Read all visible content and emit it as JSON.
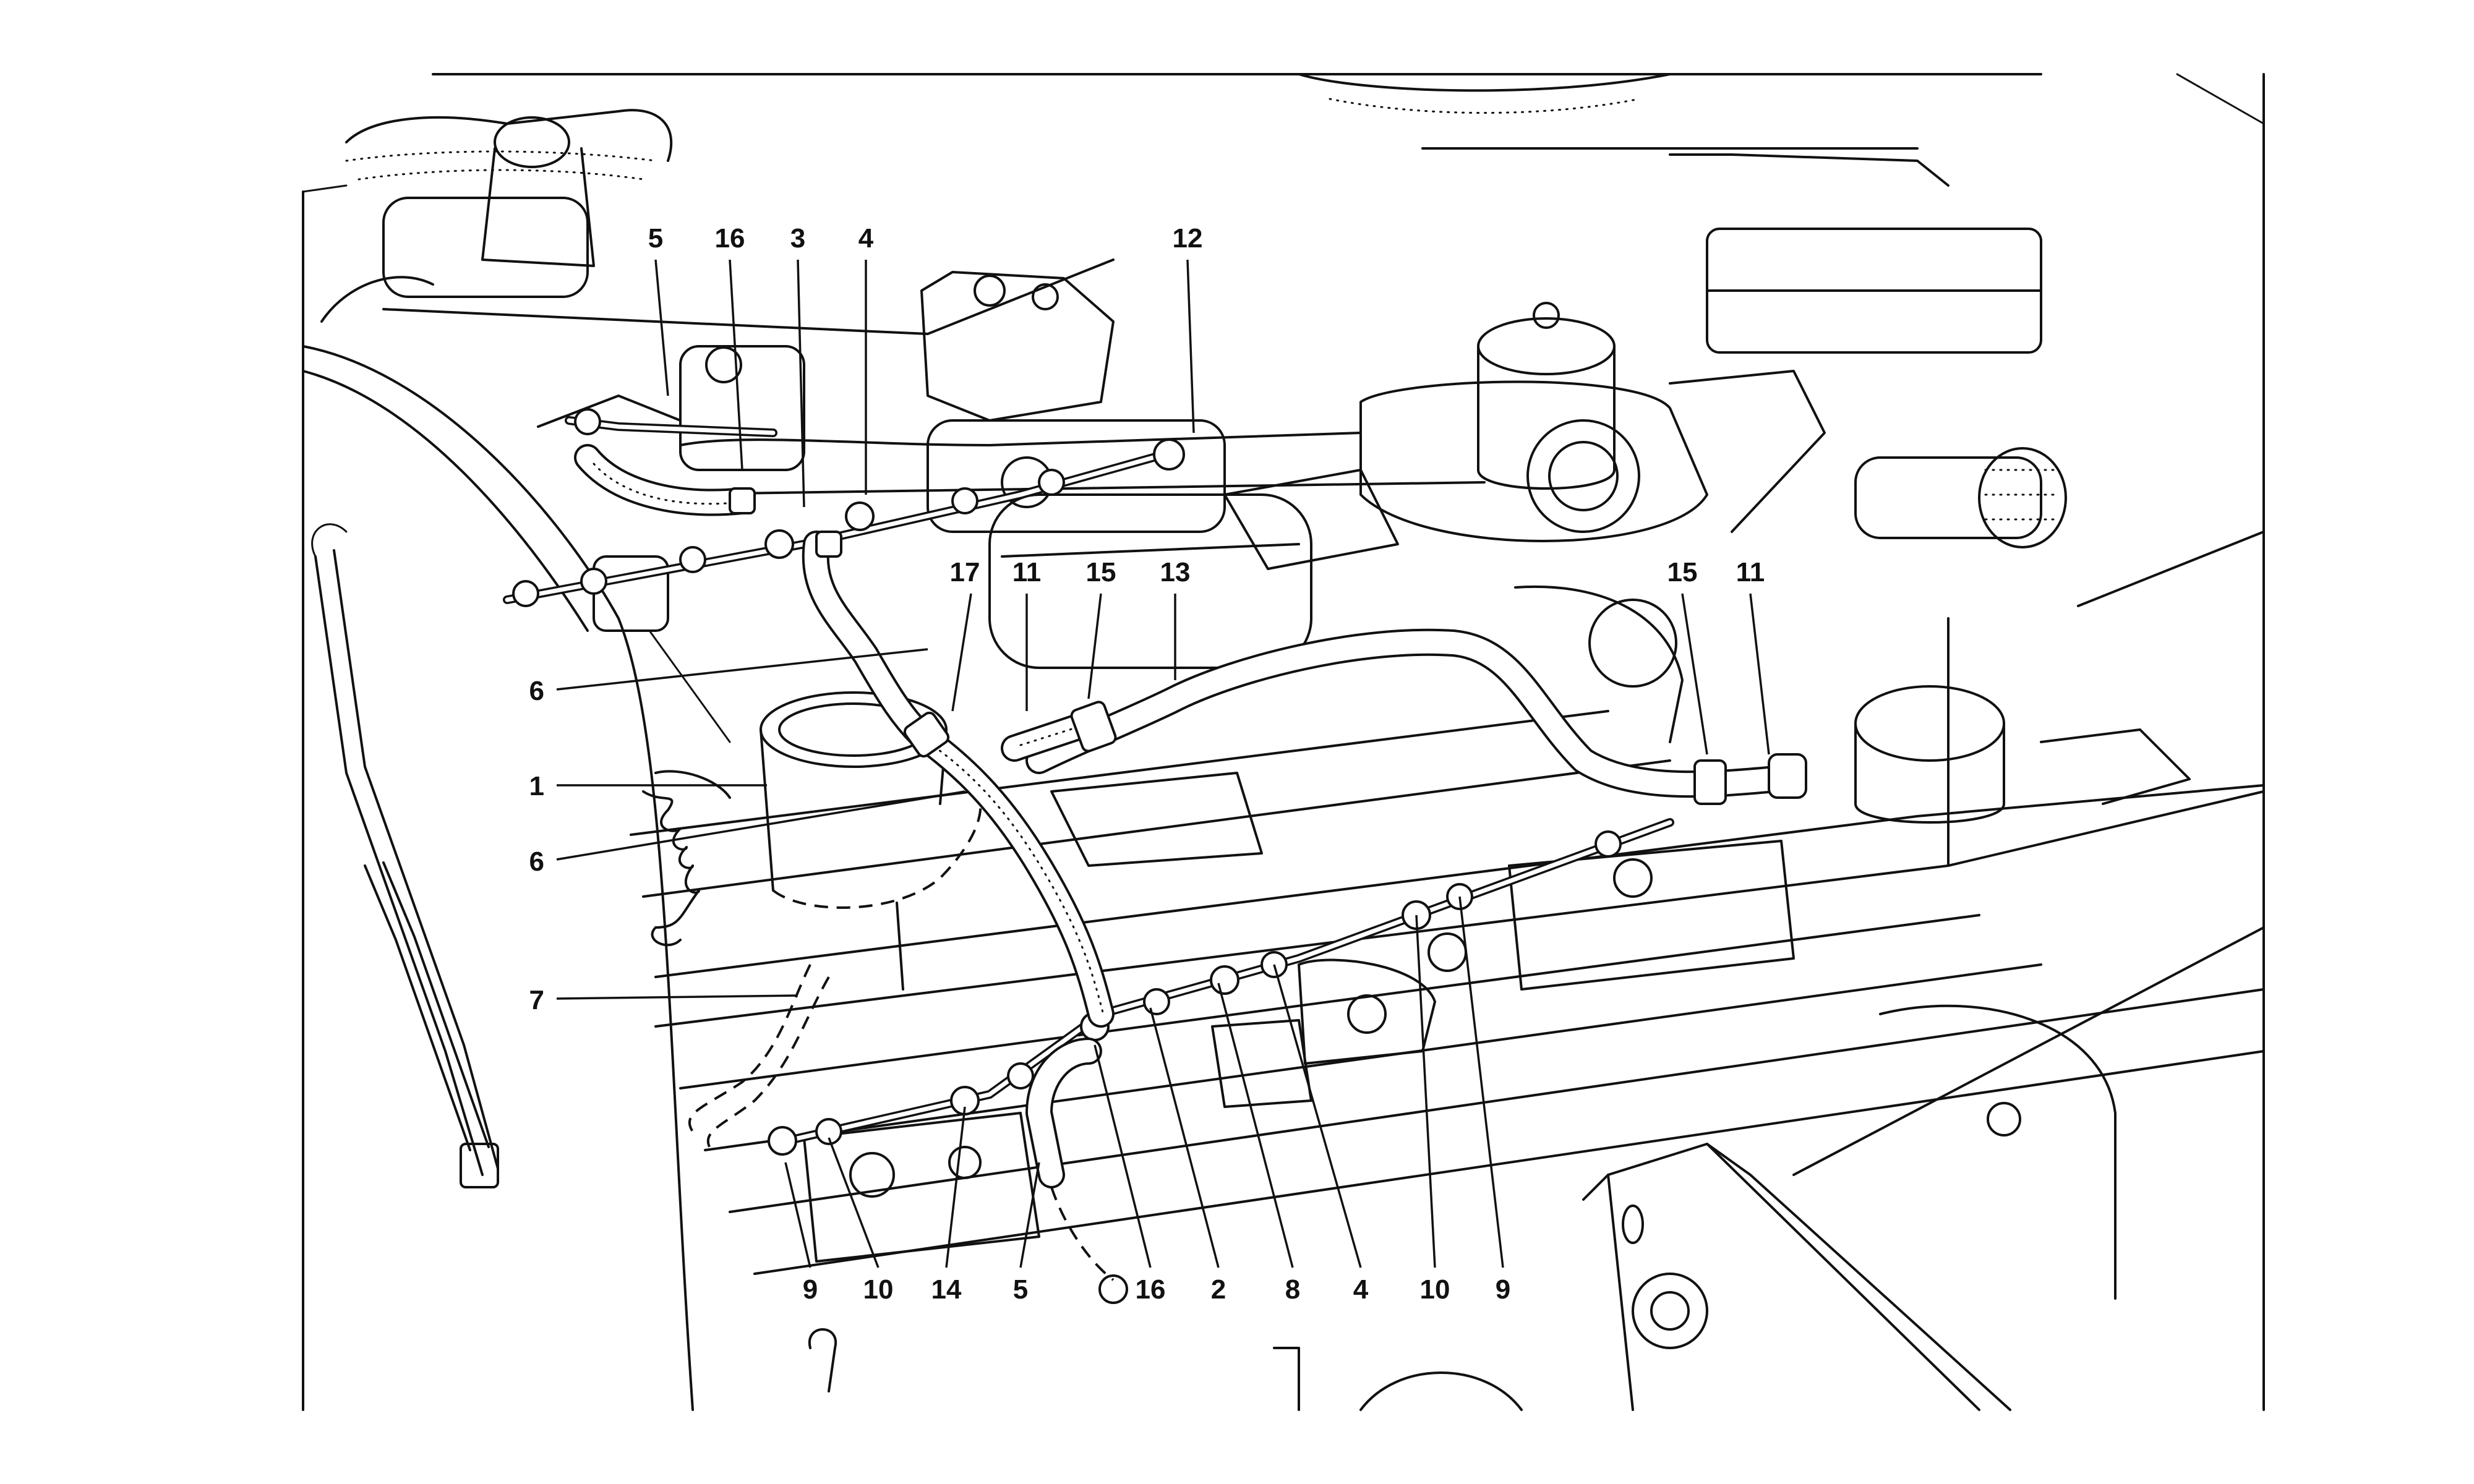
{
  "callouts": [
    {
      "id": "c01",
      "label": "5"
    },
    {
      "id": "c02",
      "label": "16"
    },
    {
      "id": "c03",
      "label": "3"
    },
    {
      "id": "c04",
      "label": "4"
    },
    {
      "id": "c05",
      "label": "12"
    },
    {
      "id": "c06",
      "label": "17"
    },
    {
      "id": "c07",
      "label": "11"
    },
    {
      "id": "c08",
      "label": "15"
    },
    {
      "id": "c09",
      "label": "13"
    },
    {
      "id": "c10",
      "label": "15"
    },
    {
      "id": "c11",
      "label": "11"
    },
    {
      "id": "c12",
      "label": "6"
    },
    {
      "id": "c13",
      "label": "1"
    },
    {
      "id": "c14",
      "label": "6"
    },
    {
      "id": "c15",
      "label": "7"
    },
    {
      "id": "c16",
      "label": "9"
    },
    {
      "id": "c17",
      "label": "10"
    },
    {
      "id": "c18",
      "label": "14"
    },
    {
      "id": "c19",
      "label": "5"
    },
    {
      "id": "c20",
      "label": "16"
    },
    {
      "id": "c21",
      "label": "2"
    },
    {
      "id": "c22",
      "label": "8"
    },
    {
      "id": "c23",
      "label": "4"
    },
    {
      "id": "c24",
      "label": "10"
    },
    {
      "id": "c25",
      "label": "9"
    }
  ]
}
